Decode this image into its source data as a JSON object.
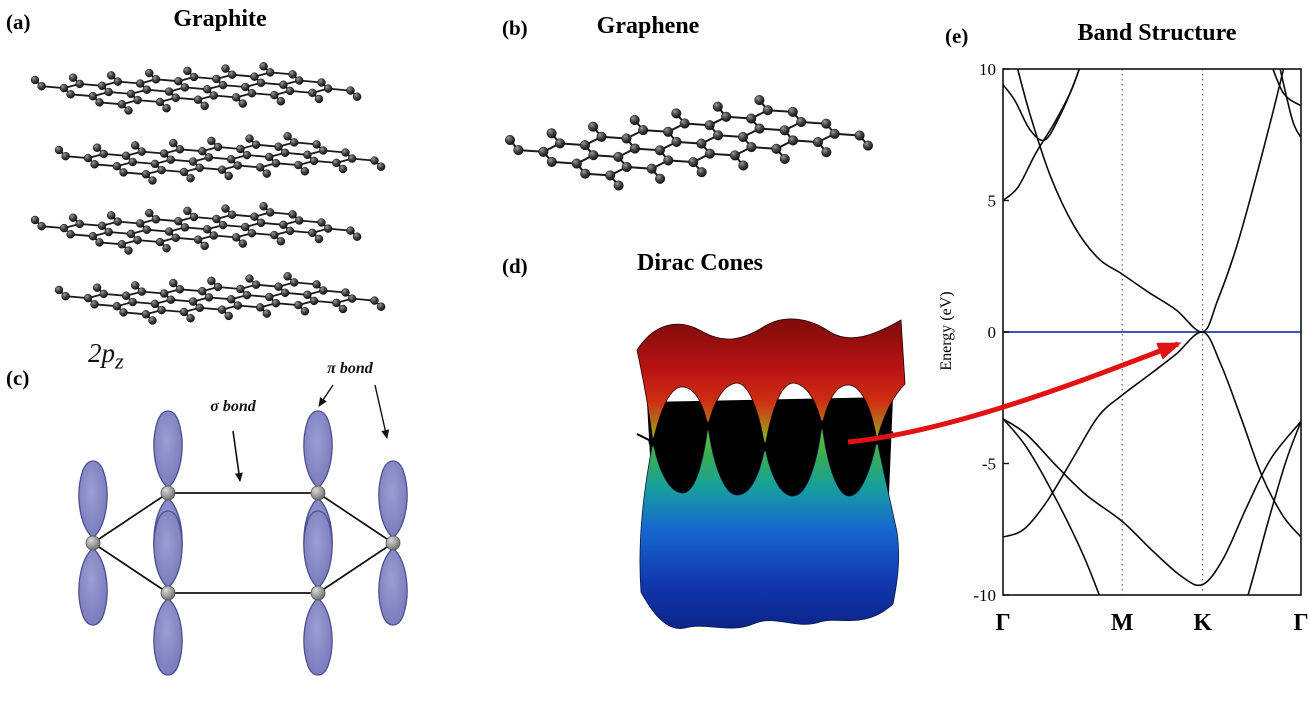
{
  "panels": {
    "a": {
      "label": "(a)",
      "title": "Graphite"
    },
    "b": {
      "label": "(b)",
      "title": "Graphene"
    },
    "c": {
      "label": "(c)",
      "orbital": {
        "main": "2p",
        "sub": "z"
      },
      "sigma_bond": "σ bond",
      "pi_bond": "π bond"
    },
    "d": {
      "label": "(d)",
      "title": "Dirac Cones"
    },
    "e": {
      "label": "(e)",
      "title": "Band Structure"
    }
  },
  "chart_data": {
    "type": "line",
    "title": "Band Structure",
    "xlabel": "",
    "ylabel": "Energy (eV)",
    "ylim": [
      -10,
      10
    ],
    "yticks": [
      10,
      5,
      0,
      -5,
      -10
    ],
    "xticklabels": [
      "Γ",
      "M",
      "K",
      "Γ"
    ],
    "xtick_positions": [
      0,
      0.4,
      0.67,
      1
    ],
    "high_symmetry_lines": [
      0.4,
      0.67
    ],
    "fermi_level": 0,
    "fermi_color": "#3a56b4",
    "dirac_point": {
      "k": "K",
      "energy": 0
    },
    "grid": "dotted vertical lines at M and K, solid frame box, legend none",
    "series": [
      {
        "name": "pi-valence",
        "points": [
          [
            0,
            -7.8
          ],
          [
            0.07,
            -7.5
          ],
          [
            0.15,
            -6.4
          ],
          [
            0.24,
            -4.7
          ],
          [
            0.32,
            -3.2
          ],
          [
            0.4,
            -2.4
          ],
          [
            0.5,
            -1.55
          ],
          [
            0.58,
            -0.85
          ],
          [
            0.67,
            0
          ],
          [
            0.73,
            -1.2
          ],
          [
            0.8,
            -3.3
          ],
          [
            0.87,
            -5.5
          ],
          [
            0.94,
            -7.0
          ],
          [
            1,
            -7.8
          ]
        ]
      },
      {
        "name": "pi-star-conduction",
        "points": [
          [
            0.04,
            10.4
          ],
          [
            0.09,
            8.3
          ],
          [
            0.16,
            5.9
          ],
          [
            0.24,
            4.0
          ],
          [
            0.32,
            2.8
          ],
          [
            0.4,
            2.2
          ],
          [
            0.49,
            1.5
          ],
          [
            0.58,
            0.85
          ],
          [
            0.67,
            0
          ],
          [
            0.72,
            1.2
          ],
          [
            0.78,
            3.1
          ],
          [
            0.84,
            5.5
          ],
          [
            0.9,
            8.1
          ],
          [
            0.95,
            10.4
          ]
        ]
      },
      {
        "name": "sigma-valence-1",
        "points": [
          [
            0,
            -3.3
          ],
          [
            0.08,
            -3.9
          ],
          [
            0.18,
            -5.1
          ],
          [
            0.28,
            -6.2
          ],
          [
            0.4,
            -7.2
          ],
          [
            0.5,
            -8.3
          ],
          [
            0.6,
            -9.3
          ],
          [
            0.67,
            -9.6
          ],
          [
            0.74,
            -8.6
          ],
          [
            0.82,
            -6.6
          ],
          [
            0.9,
            -4.8
          ],
          [
            1,
            -3.4
          ]
        ]
      },
      {
        "name": "sigma-valence-2-left",
        "points": [
          [
            0,
            -3.3
          ],
          [
            0.08,
            -4.4
          ],
          [
            0.18,
            -6.4
          ],
          [
            0.27,
            -8.5
          ],
          [
            0.34,
            -10.5
          ]
        ]
      },
      {
        "name": "sigma-valence-2-right",
        "points": [
          [
            1,
            -3.4
          ],
          [
            0.95,
            -4.9
          ],
          [
            0.89,
            -7.2
          ],
          [
            0.84,
            -9.3
          ],
          [
            0.81,
            -10.5
          ]
        ]
      },
      {
        "name": "sigma-star-left-a",
        "points": [
          [
            0,
            5.0
          ],
          [
            0.05,
            5.5
          ],
          [
            0.11,
            6.8
          ],
          [
            0.17,
            7.9
          ],
          [
            0.23,
            9.2
          ],
          [
            0.27,
            10.5
          ]
        ]
      },
      {
        "name": "sigma-star-left-b",
        "points": [
          [
            0,
            9.4
          ],
          [
            0.04,
            8.8
          ],
          [
            0.09,
            7.7
          ],
          [
            0.14,
            7.3
          ],
          [
            0.19,
            8.2
          ],
          [
            0.24,
            9.5
          ],
          [
            0.27,
            10.5
          ]
        ]
      },
      {
        "name": "upper-right-a",
        "points": [
          [
            0.89,
            10.5
          ],
          [
            0.94,
            9.1
          ],
          [
            1,
            8.6
          ]
        ]
      },
      {
        "name": "upper-right-b",
        "points": [
          [
            0.92,
            10.5
          ],
          [
            0.97,
            8.1
          ],
          [
            1,
            7.4
          ]
        ]
      }
    ]
  },
  "annotations": {
    "arrow": {
      "meaning": "Dirac cone corresponds to band touching at K point",
      "color": "#e11212"
    }
  },
  "colors": {
    "band_line": "#0b0b0b",
    "orbital_fill_center": "#9b9dd4",
    "orbital_fill_edge": "#7577b8",
    "orbital_stroke": "#4d5090",
    "atom_dark": "#0c0c0c",
    "cone_top_stops": [
      [
        0,
        "#7a0a0a"
      ],
      [
        0.38,
        "#b81313"
      ],
      [
        0.62,
        "#cf2d12"
      ],
      [
        0.78,
        "#b2701a"
      ],
      [
        0.88,
        "#8fae14"
      ],
      [
        1,
        "#2fae3e"
      ]
    ],
    "cone_bottom_stops": [
      [
        0,
        "#7cc22b"
      ],
      [
        0.15,
        "#3aad52"
      ],
      [
        0.3,
        "#17a09b"
      ],
      [
        0.5,
        "#1668cf"
      ],
      [
        0.75,
        "#1237ae"
      ],
      [
        1,
        "#0a2184"
      ]
    ]
  }
}
